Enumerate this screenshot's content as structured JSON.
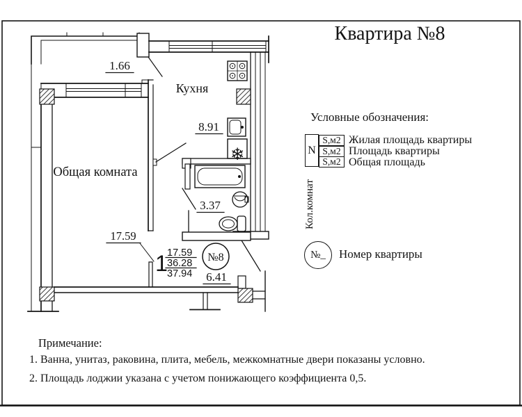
{
  "title": "Квартира №8",
  "plan": {
    "labels": {
      "kitchen": "Кухня",
      "living_room": "Общая комната"
    },
    "areas": {
      "loggia": "1.66",
      "kitchen": "8.91",
      "bathroom": "3.37",
      "living_room": "17.59",
      "hallway": "6.41"
    },
    "summary": {
      "rooms_count": "1",
      "living_area": "17.59",
      "apartment_area": "36.28",
      "total_area": "37.94"
    },
    "number_badge": "№8",
    "fridge_glyph": "❄"
  },
  "legend": {
    "heading": "Условные обозначения:",
    "rooms_box": "N",
    "rooms_caption": "Кол.комнат",
    "rows": [
      {
        "box": "S,м2",
        "label": "Жилая площадь квартиры"
      },
      {
        "box": "S,м2",
        "label": "Площадь квартиры"
      },
      {
        "box": "S,м2",
        "label": "Общая площадь"
      }
    ],
    "number_badge": "№_",
    "number_label": "Номер квартиры"
  },
  "notes": {
    "heading": "Примечание:",
    "items": [
      "1. Ванна, унитаз, раковина, плита, мебель, межкомнатные двери  показаны условно.",
      "2. Площадь лоджии указана с учетом понижающего коэффициента 0,5."
    ]
  }
}
